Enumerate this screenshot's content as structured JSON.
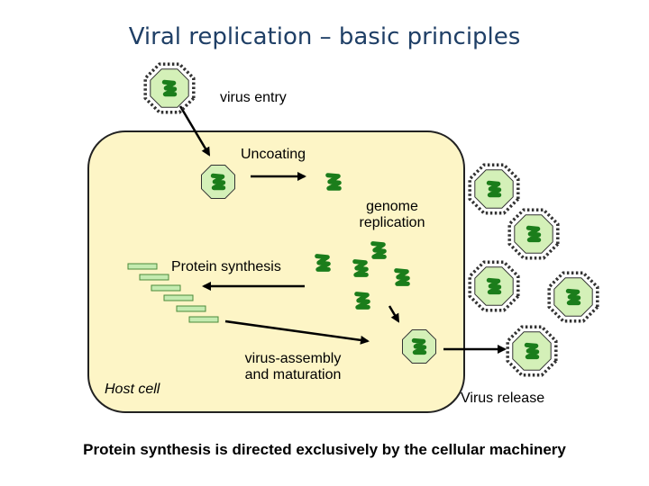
{
  "title": "Viral replication – basic principles",
  "labels": {
    "virus_entry": "virus entry",
    "uncoating": "Uncoating",
    "genome_replication_line1": "genome",
    "genome_replication_line2": "replication",
    "protein_synthesis": "Protein synthesis",
    "assembly_line1": "virus-assembly",
    "assembly_line2": "and maturation",
    "host_cell": "Host cell",
    "virus_release": "Virus release"
  },
  "footer": "Protein synthesis is directed exclusively by the cellular machinery",
  "colors": {
    "cell_fill": "#fdf5c6",
    "capsid_fill": "#d4f0b8",
    "genome": "#1b7d1b",
    "protein_fill": "#c4ebb0",
    "title": "#1f3f66"
  }
}
